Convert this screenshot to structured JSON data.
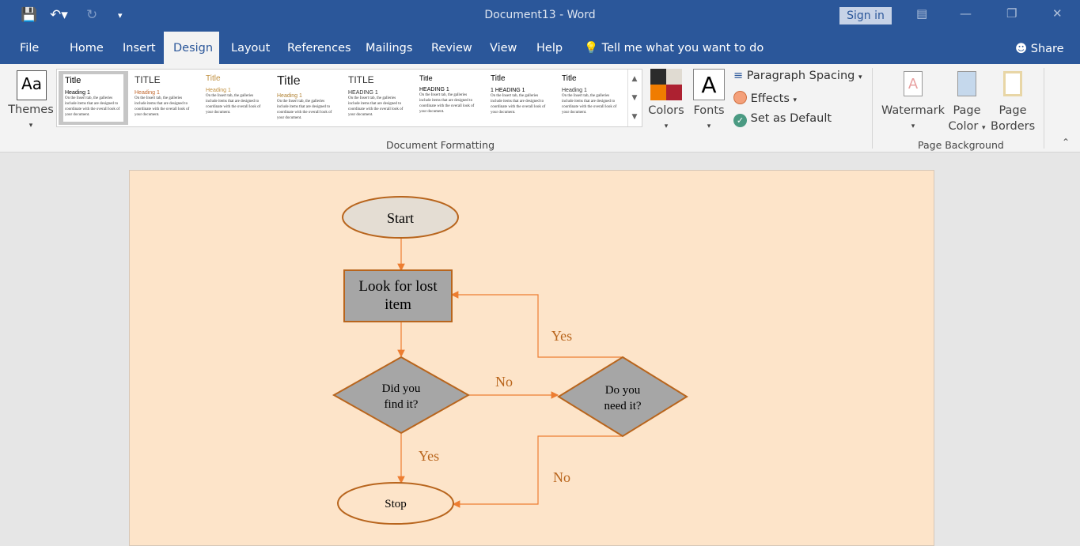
{
  "titlebar": {
    "title": "Document13  -  Word",
    "sign_in": "Sign in",
    "icons": [
      "save-icon",
      "undo-icon",
      "redo-icon",
      "customize-icon",
      "ribbon-display-icon",
      "minimize-icon",
      "restore-icon",
      "close-icon"
    ]
  },
  "tabs": [
    {
      "label": "File"
    },
    {
      "label": "Home"
    },
    {
      "label": "Insert"
    },
    {
      "label": "Design",
      "active": true
    },
    {
      "label": "Layout"
    },
    {
      "label": "References"
    },
    {
      "label": "Mailings"
    },
    {
      "label": "Review"
    },
    {
      "label": "View"
    },
    {
      "label": "Help"
    }
  ],
  "tell_me": "Tell me what you want to do",
  "share": "Share",
  "ribbon": {
    "themes": "Themes",
    "gallery": [
      {
        "title": "Title",
        "heading": "Heading 1"
      },
      {
        "title": "TITLE",
        "heading": "Heading 1"
      },
      {
        "title": "Title",
        "heading": "Heading 1"
      },
      {
        "title": "Title",
        "heading": "Heading 1"
      },
      {
        "title": "TITLE",
        "heading": "HEADING 1"
      },
      {
        "title": "Title",
        "heading": "HEADING 1"
      },
      {
        "title": "Title",
        "heading": "1   HEADING 1"
      },
      {
        "title": "Title",
        "heading": "Heading 1"
      }
    ],
    "gallery_body": "On the Insert tab, the galleries include items that are designed to coordinate with the overall look of your document.",
    "document_formatting": "Document Formatting",
    "colors": "Colors",
    "fonts": "Fonts",
    "fonts_glyph": "A",
    "paragraph_spacing": "Paragraph Spacing",
    "effects": "Effects",
    "set_as_default": "Set as Default",
    "watermark": "Watermark",
    "page_color_1": "Page",
    "page_color_2": "Color",
    "page_borders_1": "Page",
    "page_borders_2": "Borders",
    "page_background": "Page Background",
    "theme_colors": [
      "#2b2b2b",
      "#e0dbd2",
      "#f07c00",
      "#ad2131"
    ]
  },
  "flowchart": {
    "start": "Start",
    "step": [
      "Look for lost",
      "item"
    ],
    "decision1": [
      "Did you",
      "find it?"
    ],
    "decision2": [
      "Do you",
      "need it?"
    ],
    "stop": "Stop",
    "labels": {
      "yes_loop": "Yes",
      "no_right": "No",
      "yes_down": "Yes",
      "no_down": "No"
    },
    "colors": {
      "page": "#fde4c9",
      "shape_fill": "#a6a6a6",
      "start_fill": "#e4ddd3",
      "stroke": "#b8651d",
      "arrow": "#ed7d31",
      "label": "#b9651c"
    }
  }
}
